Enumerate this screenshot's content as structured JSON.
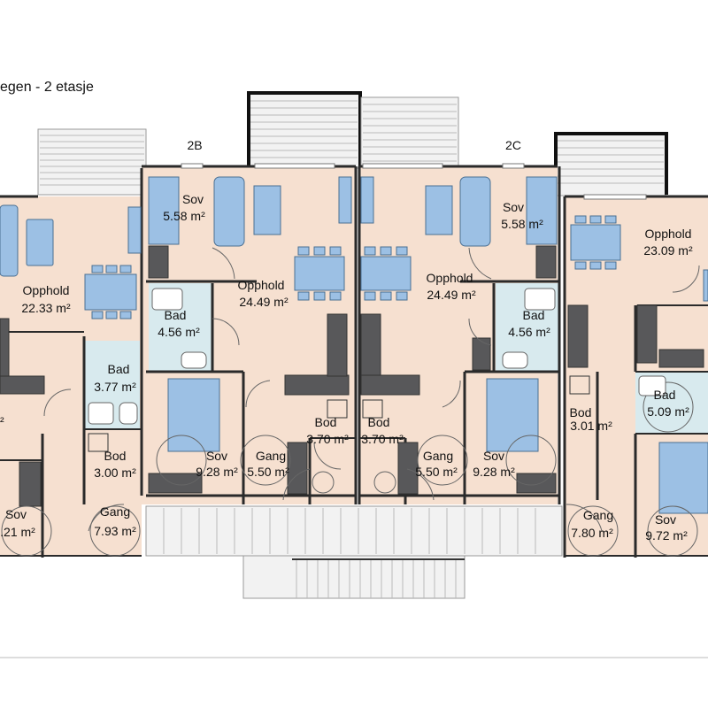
{
  "title": "egen - 2 etasje",
  "units": [
    {
      "id": "2B",
      "label": "2B"
    },
    {
      "id": "2C",
      "label": "2C"
    }
  ],
  "rooms": {
    "left_opphold": {
      "name": "Opphold",
      "area": "22.33 m²"
    },
    "left_bad": {
      "name": "Bad",
      "area": "3.77 m²"
    },
    "left_bod": {
      "name": "Bod",
      "area": "3.00 m²"
    },
    "left_gang": {
      "name": "Gang",
      "area": "7.93 m²"
    },
    "left_sov": {
      "name": "Sov",
      "area": ".21 m²"
    },
    "left_cut": {
      "name": "",
      "area": "²"
    },
    "b_sov_small": {
      "name": "Sov",
      "area": "5.58 m²"
    },
    "b_opphold": {
      "name": "Opphold",
      "area": "24.49 m²"
    },
    "b_bad": {
      "name": "Bad",
      "area": "4.56 m²"
    },
    "b_bod": {
      "name": "Bod",
      "area": "3.70 m²"
    },
    "b_sov_big": {
      "name": "Sov",
      "area": "9.28 m²"
    },
    "b_gang": {
      "name": "Gang",
      "area": "5.50 m²"
    },
    "c_opphold": {
      "name": "Opphold",
      "area": "24.49 m²"
    },
    "c_sov_small": {
      "name": "Sov",
      "area": "5.58 m²"
    },
    "c_bad": {
      "name": "Bad",
      "area": "4.56 m²"
    },
    "c_bod": {
      "name": "Bod",
      "area": "3.70 m²"
    },
    "c_gang": {
      "name": "Gang",
      "area": "5.50 m²"
    },
    "c_sov_big": {
      "name": "Sov",
      "area": "9.28 m²"
    },
    "right_opphold": {
      "name": "Opphold",
      "area": "23.09 m²"
    },
    "right_bad": {
      "name": "Bad",
      "area": "5.09 m²"
    },
    "right_bod": {
      "name": "Bod",
      "area": "3.01 m²"
    },
    "right_gang": {
      "name": "Gang",
      "area": "7.80 m²"
    },
    "right_sov": {
      "name": "Sov",
      "area": "9.72 m²"
    }
  },
  "colors": {
    "floor": "#f6e0d0",
    "bath": "#d8eaee",
    "furniture": "#9cc0e4",
    "furniture_stroke": "#4a6f92",
    "dark_unit": "#58585a",
    "wall": "#2a2a2a",
    "balcony": "#f2f2f2"
  }
}
